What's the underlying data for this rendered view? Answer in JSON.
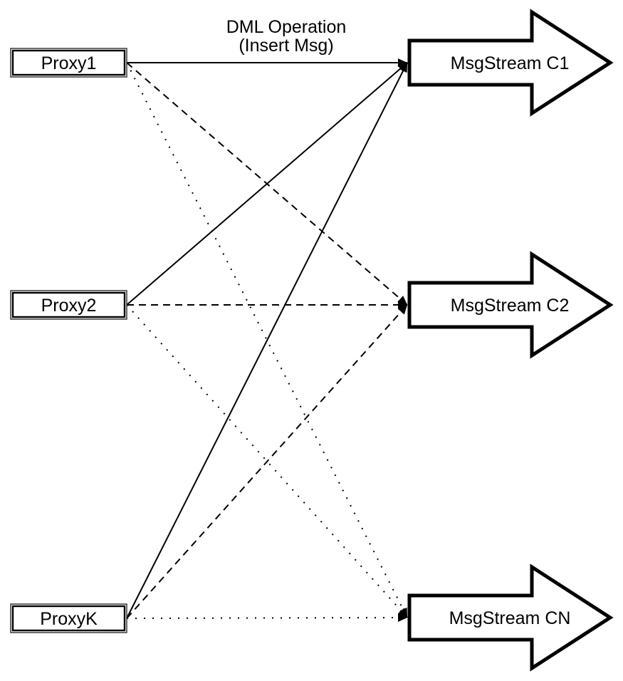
{
  "diagram": {
    "annotation": {
      "line1": "DML Operation",
      "line2": "(Insert Msg)"
    },
    "proxies": [
      {
        "label": "Proxy1"
      },
      {
        "label": "Proxy2"
      },
      {
        "label": "ProxyK"
      }
    ],
    "streams": [
      {
        "label": "MsgStream C1"
      },
      {
        "label": "MsgStream C2"
      },
      {
        "label": "MsgStream CN"
      }
    ],
    "edges": [
      {
        "from": "Proxy1",
        "to": "MsgStream C1",
        "style": "solid"
      },
      {
        "from": "Proxy2",
        "to": "MsgStream C1",
        "style": "solid"
      },
      {
        "from": "ProxyK",
        "to": "MsgStream C1",
        "style": "solid"
      },
      {
        "from": "Proxy1",
        "to": "MsgStream C2",
        "style": "dashed"
      },
      {
        "from": "Proxy2",
        "to": "MsgStream C2",
        "style": "dashed"
      },
      {
        "from": "ProxyK",
        "to": "MsgStream C2",
        "style": "dashed"
      },
      {
        "from": "Proxy1",
        "to": "MsgStream CN",
        "style": "dotted"
      },
      {
        "from": "Proxy2",
        "to": "MsgStream CN",
        "style": "dotted"
      },
      {
        "from": "ProxyK",
        "to": "MsgStream CN",
        "style": "dotted"
      }
    ],
    "colors": {
      "line": "#000000",
      "shape_fill": "#ffffff",
      "shape_stroke": "#000000",
      "background": "#ffffff"
    }
  }
}
